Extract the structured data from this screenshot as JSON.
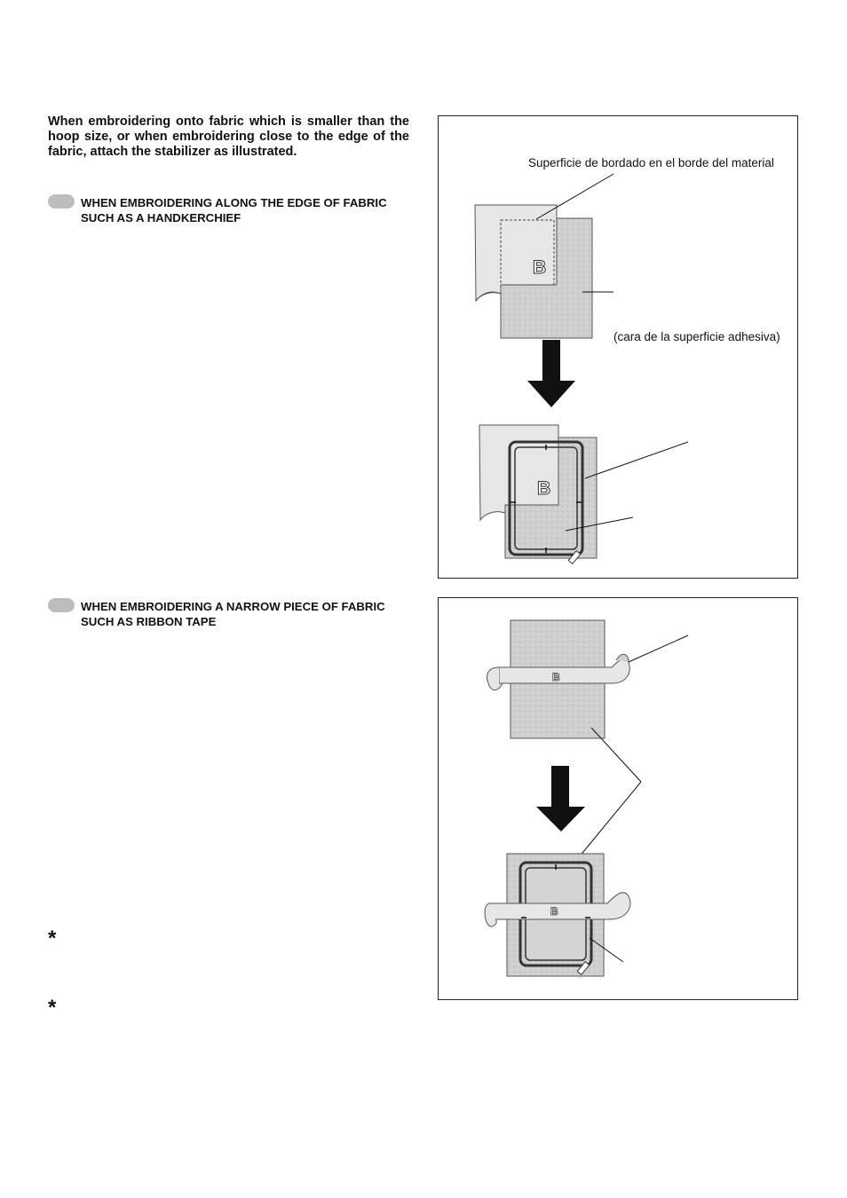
{
  "intro": {
    "text": "When embroidering onto fabric which is smaller than the hoop size, or when embroidering close to the edge of the fabric, attach the stabilizer as illustrated."
  },
  "sections": [
    {
      "heading": "WHEN EMBROIDERING ALONG THE EDGE OF FABRIC SUCH AS A HANDKERCHIEF"
    },
    {
      "heading": "WHEN EMBROIDERING A NARROW PIECE OF FABRIC SUCH AS RIBBON TAPE"
    }
  ],
  "notes": {
    "asterisk_1": "*",
    "asterisk_2": "*"
  },
  "figure1": {
    "label_surface": "Superficie de bordado en el borde del material",
    "label_adhesive": "(cara de la superficie adhesiva)",
    "letter_top": "B",
    "letter_bottom": "B"
  },
  "figure2": {
    "letter_top": "B",
    "letter_bottom": "B"
  },
  "colors": {
    "fabric": "#e6e6e6",
    "stabilizer": "#cfcfcf",
    "arrow": "#111111",
    "border": "#222222"
  }
}
